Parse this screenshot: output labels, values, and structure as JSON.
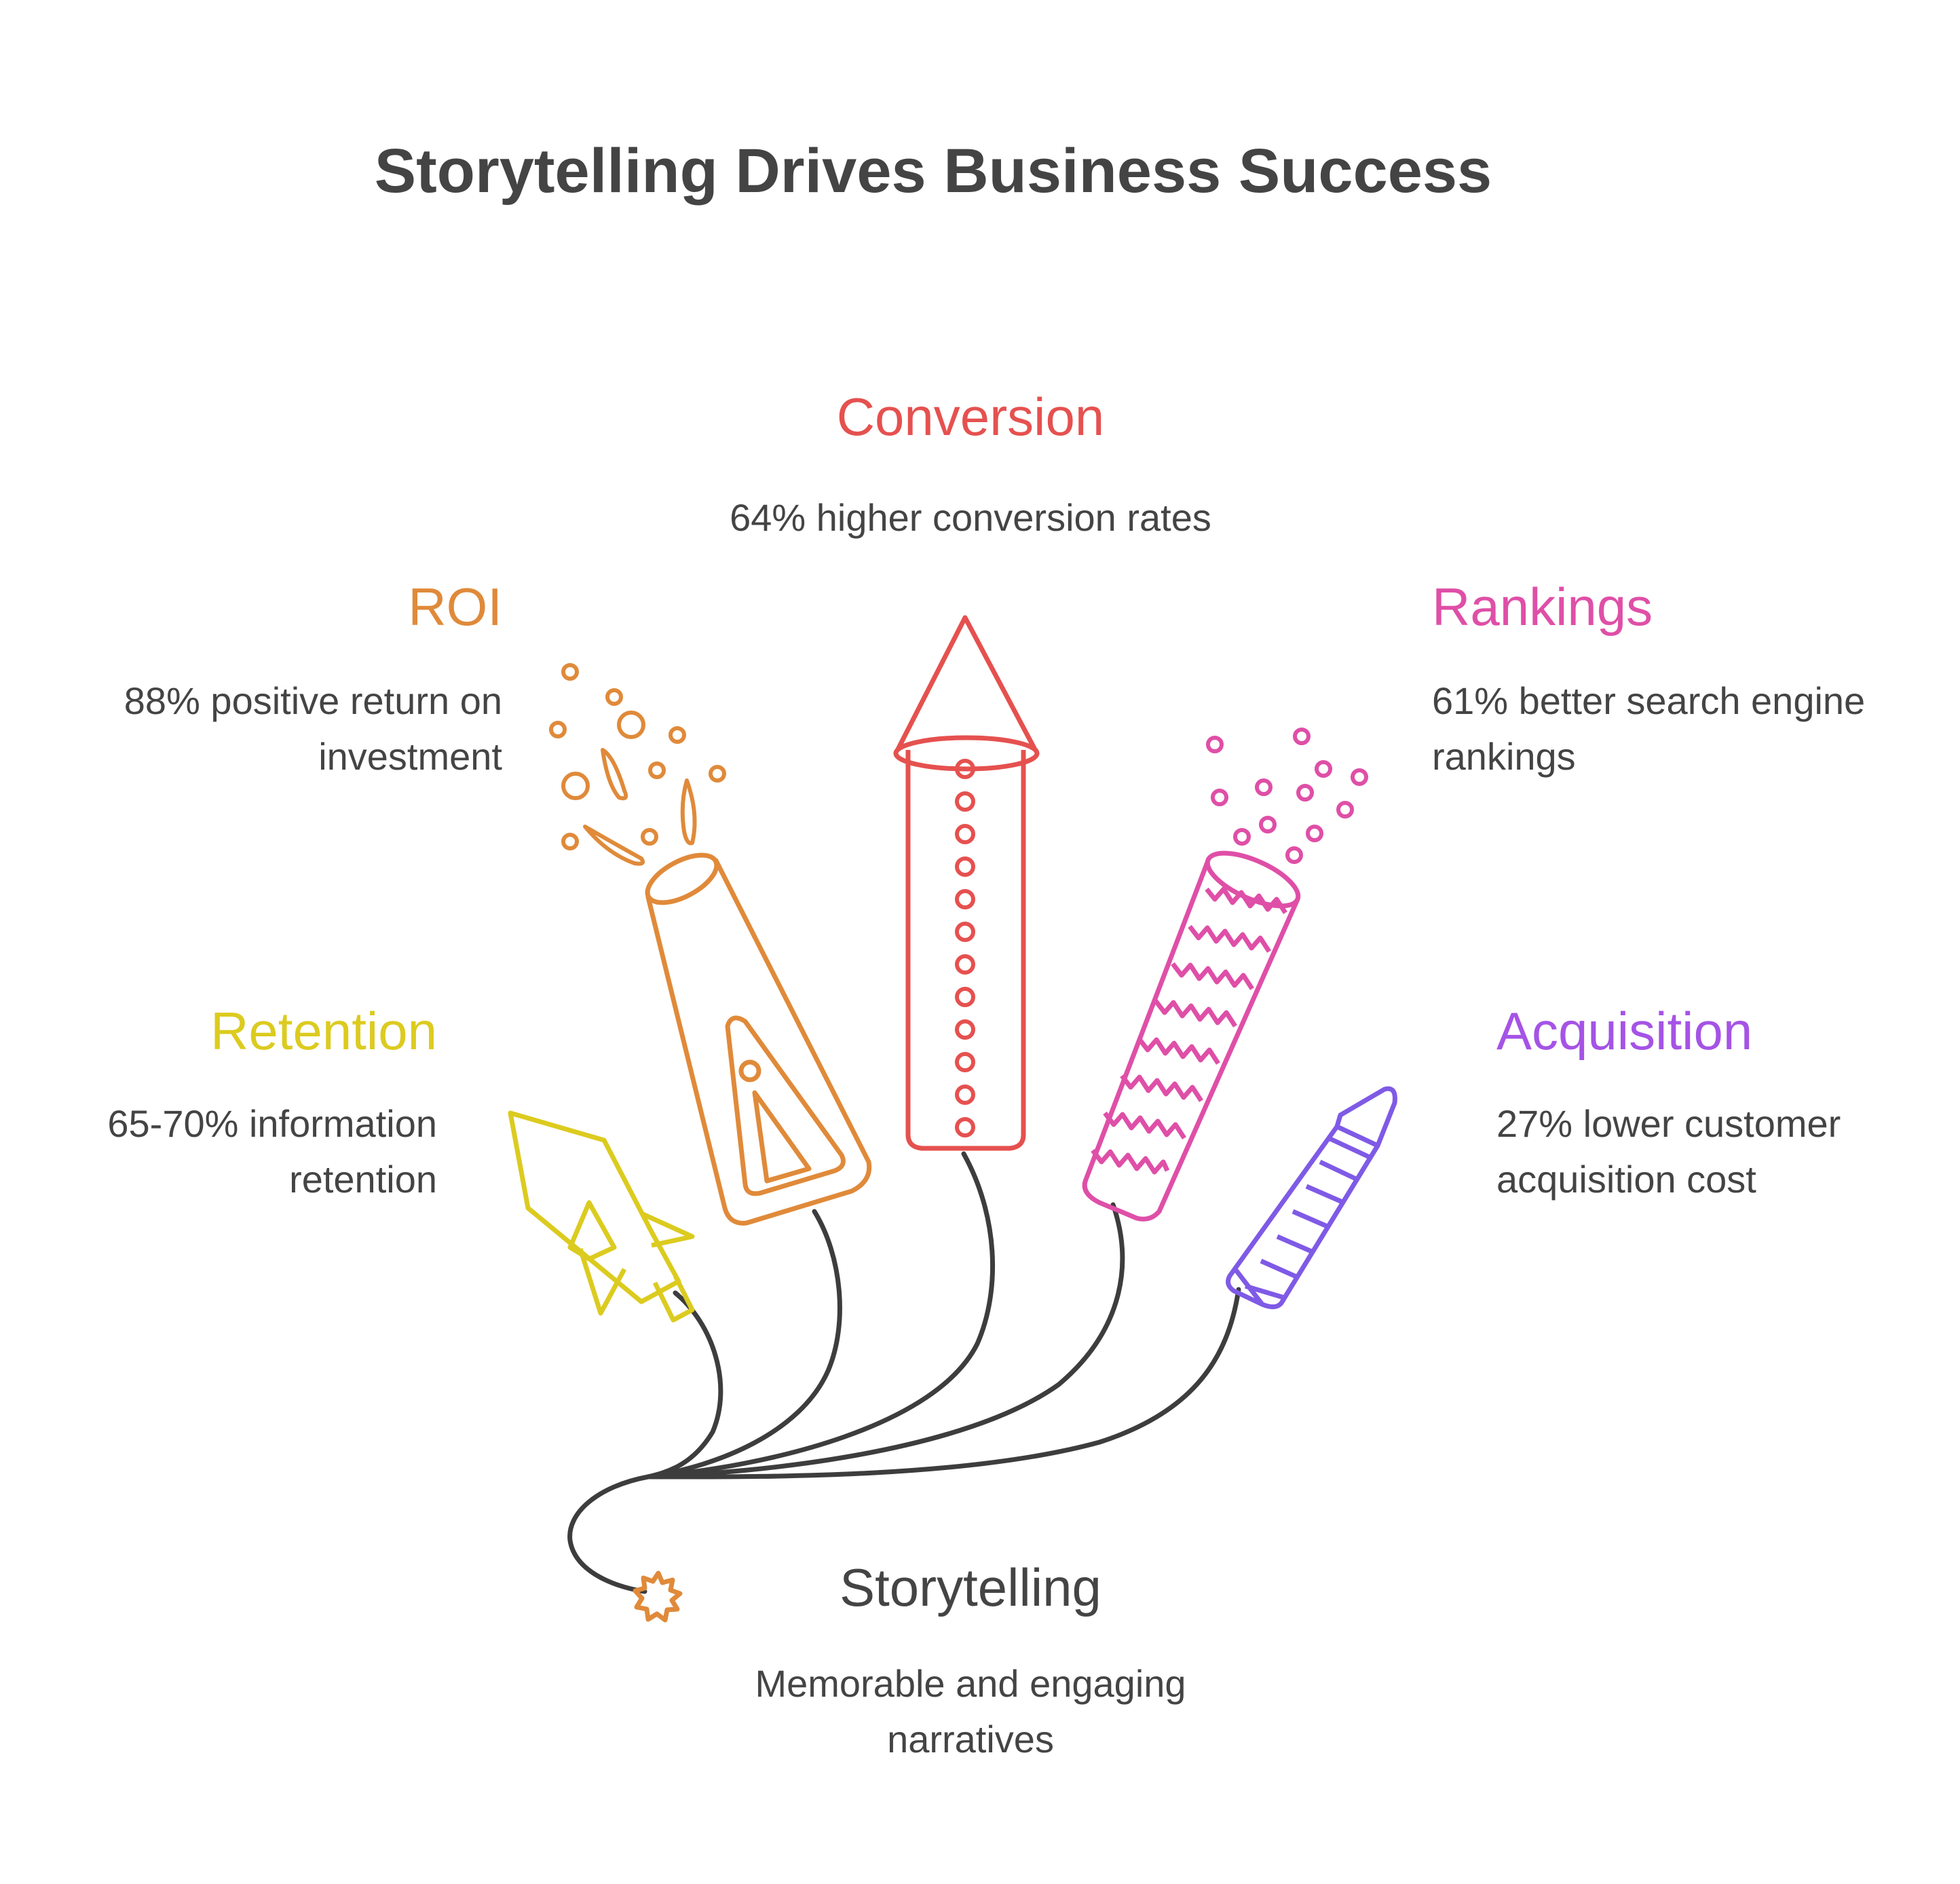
{
  "title": "Storytelling Drives Business Success",
  "colors": {
    "roi": "#E08A3A",
    "conversion": "#E5514F",
    "rankings": "#DF4FA7",
    "retention": "#DCCB1F",
    "acquisition": "#7F5AE6",
    "text": "#444444",
    "fuse": "#3D3D3D"
  },
  "items": {
    "conversion": {
      "label": "Conversion",
      "description": "64% higher conversion rates",
      "icon": "firework-rocket-icon"
    },
    "roi": {
      "label": "ROI",
      "description": "88% positive return on investment",
      "icon": "cone-firework-icon"
    },
    "rankings": {
      "label": "Rankings",
      "description": "61% better search engine rankings",
      "icon": "zigzag-firework-icon"
    },
    "retention": {
      "label": "Retention",
      "description": "65-70% information retention",
      "icon": "small-rocket-icon"
    },
    "acquisition": {
      "label": "Acquisition",
      "description": "27% lower customer acquisition cost",
      "icon": "striped-firework-icon"
    },
    "storytelling": {
      "label": "Storytelling",
      "description": "Memorable and engaging narratives",
      "icon": "spark-icon"
    }
  }
}
